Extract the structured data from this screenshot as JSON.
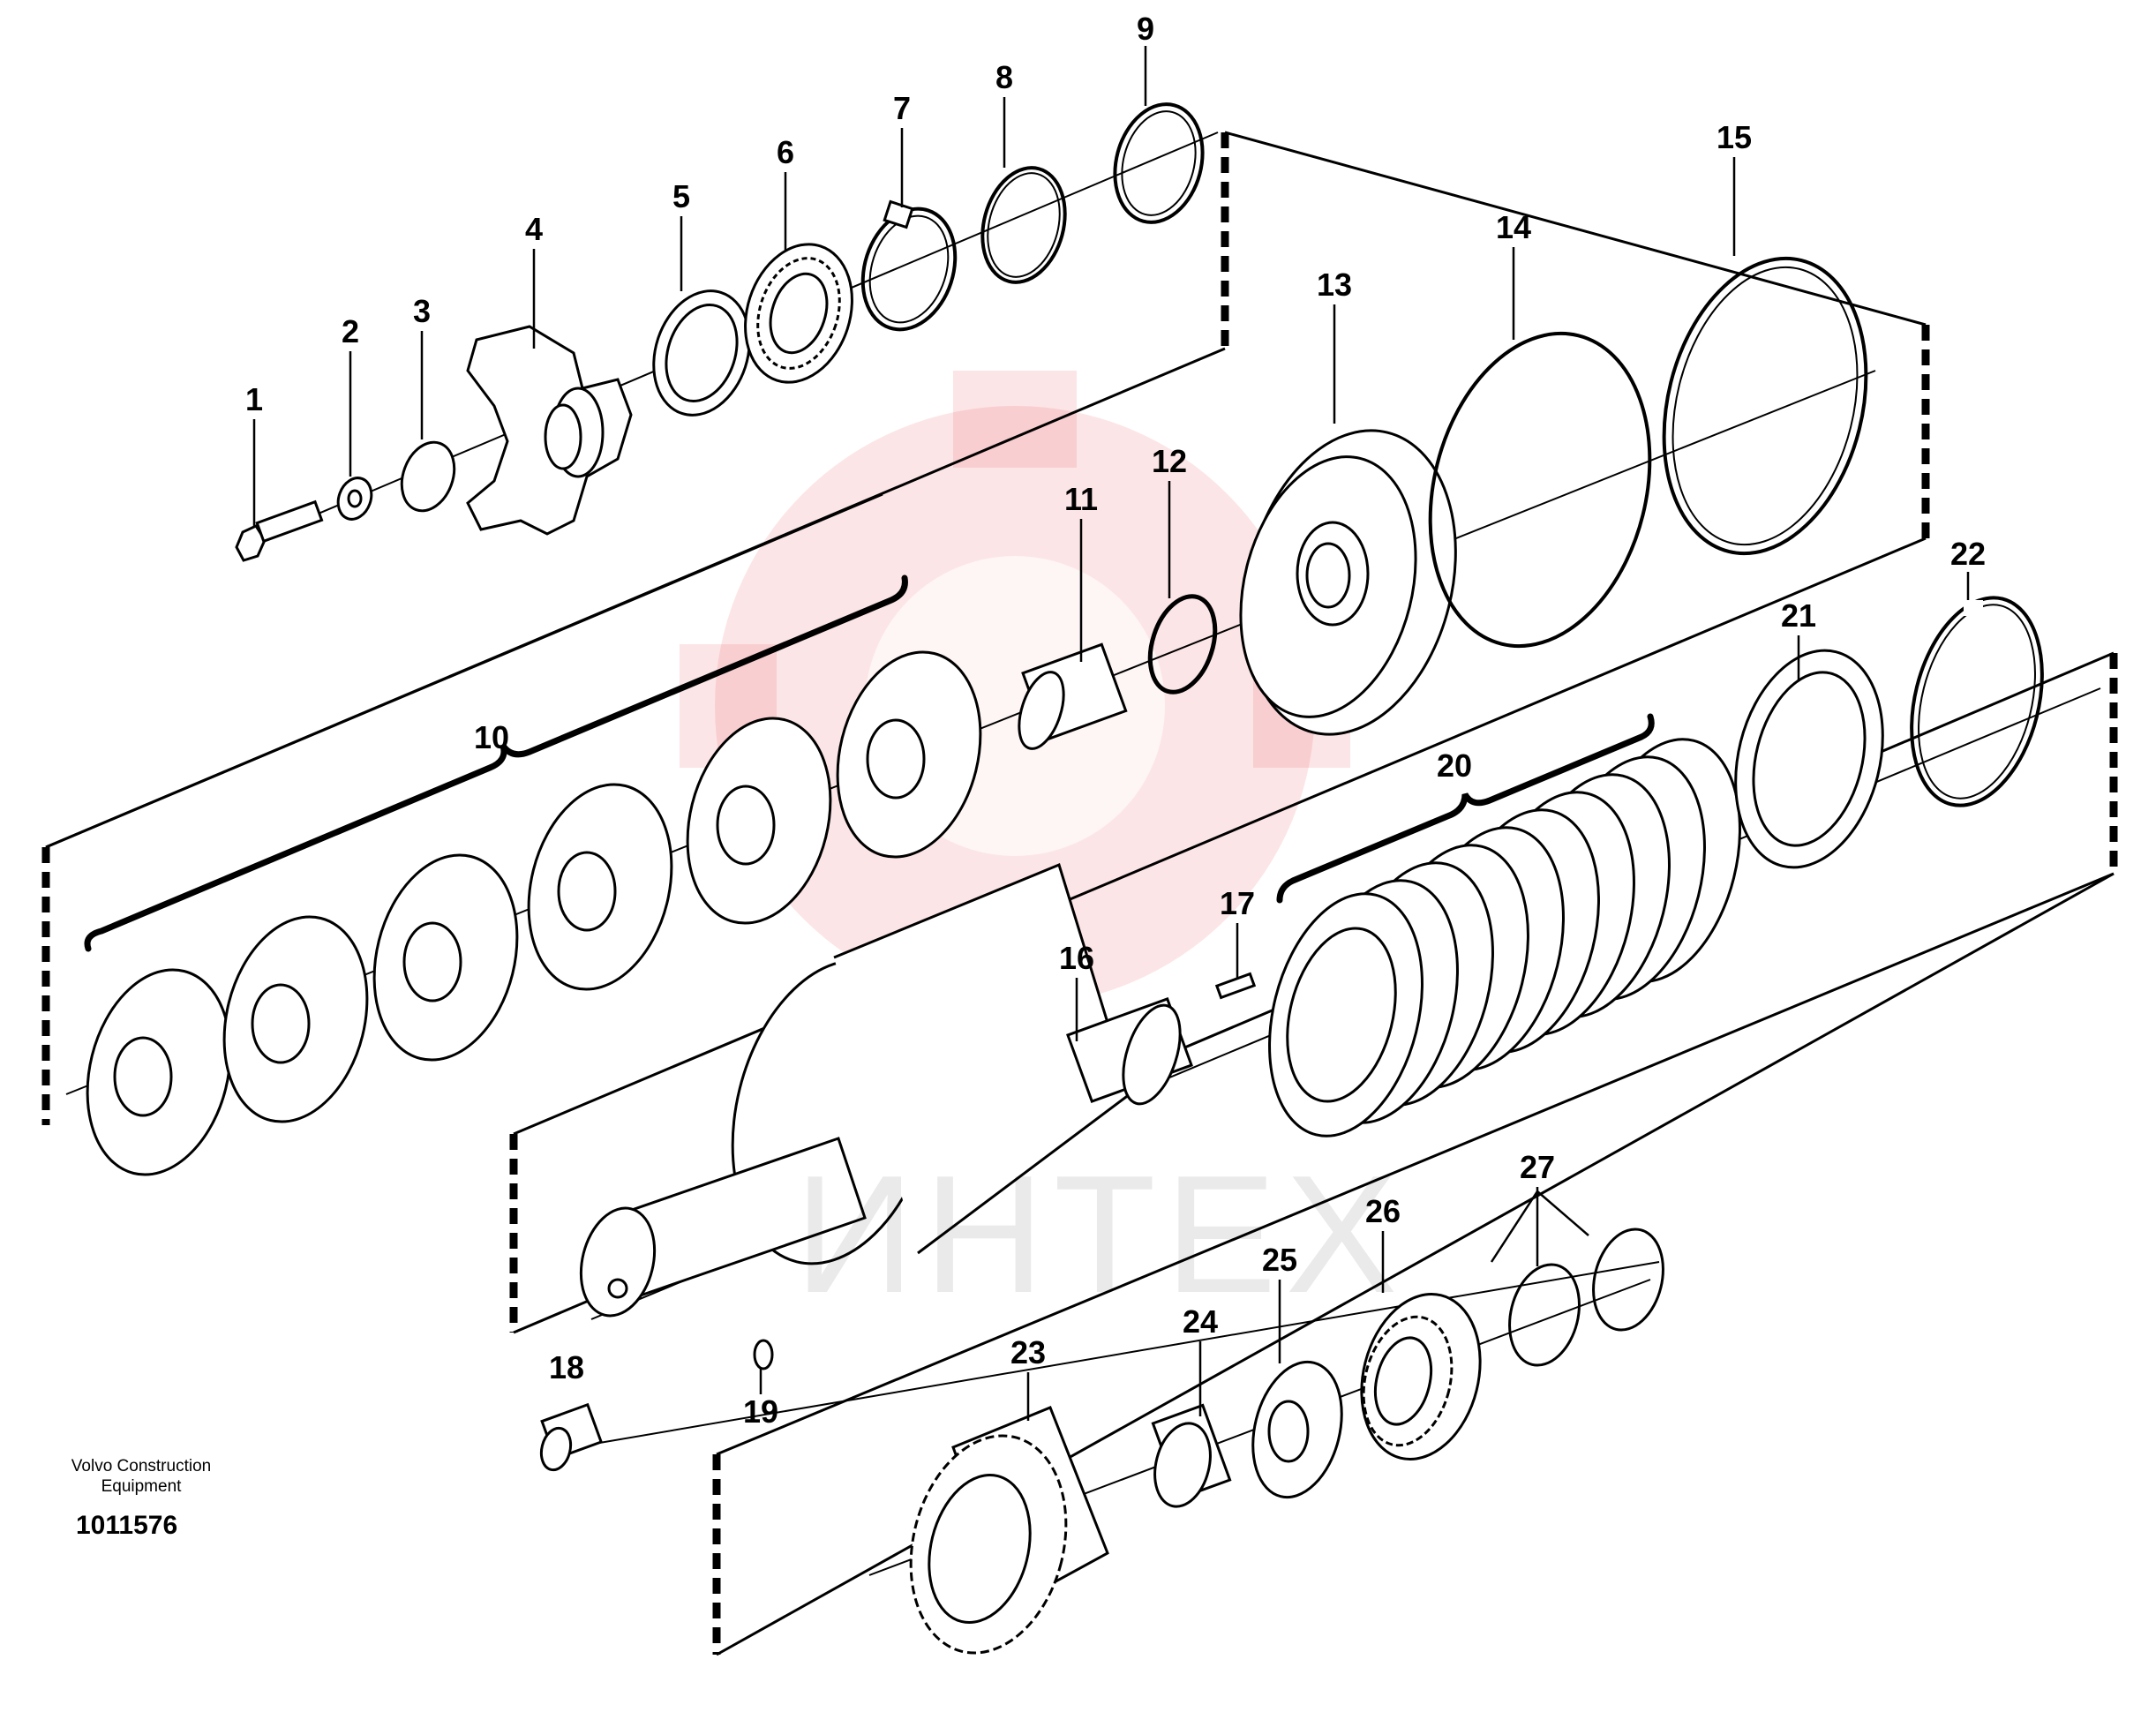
{
  "diagram": {
    "callouts": [
      "1",
      "2",
      "3",
      "4",
      "5",
      "6",
      "7",
      "8",
      "9",
      "10",
      "11",
      "12",
      "13",
      "14",
      "15",
      "16",
      "17",
      "18",
      "19",
      "20",
      "21",
      "22",
      "23",
      "24",
      "25",
      "26",
      "27"
    ],
    "caption_line1": "Volvo Construction",
    "caption_line2": "Equipment",
    "document_number": "1011576",
    "watermark_text": "ИНТЕХ",
    "colors": {
      "line": "#000000",
      "background": "#ffffff",
      "watermark": "#e8333a"
    }
  }
}
